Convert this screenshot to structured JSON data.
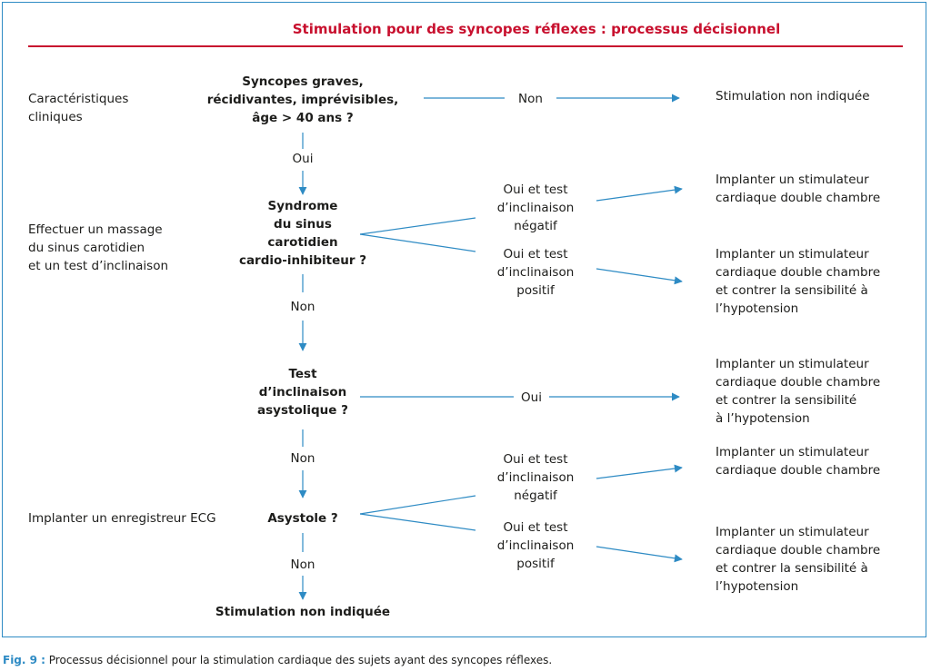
{
  "header": {
    "title": "Stimulation pour des syncopes réflexes : processus décisionnel"
  },
  "left_labels": [
    "Caractéristiques\ncliniques",
    "Effectuer un massage\ndu sinus carotidien\net un test d’inclinaison",
    "Implanter un enregistreur ECG"
  ],
  "questions": [
    "Syncopes graves,\nrécidivantes, imprévisibles,\nâge > 40 ans ?",
    "Syndrome\ndu sinus\ncarotidien\ncardio-inhibiteur ?",
    "Test\nd’inclinaison\nasystolique ?",
    "Asystole ?"
  ],
  "branch_labels": {
    "q1_no": "Non",
    "q1_yes": "Oui",
    "q2_tilt_negative": "Oui et test\nd’inclinaison\nnégatif",
    "q2_tilt_positive": "Oui et test\nd’inclinaison\npositif",
    "q2_no": "Non",
    "q3_yes": "Oui",
    "q3_no": "Non",
    "q4_tilt_negative": "Oui et test\nd’inclinaison\nnégatif",
    "q4_tilt_positive": "Oui et test\nd’inclinaison\npositif",
    "q4_no": "Non"
  },
  "outcomes": [
    "Stimulation non indiquée",
    "Implanter un stimulateur\ncardiaque double chambre",
    "Implanter un stimulateur\ncardiaque double chambre\net contrer la sensibilité à\nl’hypotension",
    "Implanter un stimulateur\ncardiaque double chambre\net contrer la sensibilité\nà l’hypotension",
    "Implanter un stimulateur\ncardiaque double chambre",
    "Implanter un stimulateur\ncardiaque double chambre\net contrer la sensibilité à\nl’hypotension"
  ],
  "final_outcome": "Stimulation non indiquée",
  "caption": {
    "label": "Fig. 9 :",
    "text": " Processus décisionnel pour la stimulation cardiaque des sujets ayant des syncopes réflexes."
  },
  "colors": {
    "title_red": "#c8102e",
    "arrow_blue": "#2e8bc4",
    "text": "#1d1d1b"
  }
}
